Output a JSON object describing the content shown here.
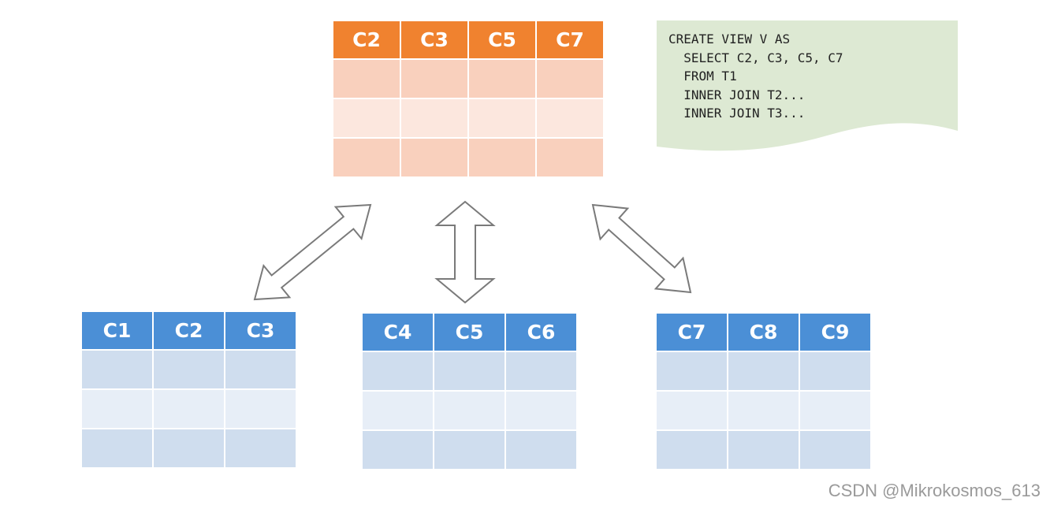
{
  "view_table": {
    "columns": [
      "C2",
      "C3",
      "C5",
      "C7"
    ],
    "row_count": 3
  },
  "base_tables": [
    {
      "columns": [
        "C1",
        "C2",
        "C3"
      ],
      "row_count": 3
    },
    {
      "columns": [
        "C4",
        "C5",
        "C6"
      ],
      "row_count": 3
    },
    {
      "columns": [
        "C7",
        "C8",
        "C9"
      ],
      "row_count": 3
    }
  ],
  "sql": {
    "lines": [
      "CREATE VIEW V AS",
      "  SELECT C2, C3, C5, C7",
      "  FROM T1",
      "  INNER JOIN T2...",
      "  INNER JOIN T3..."
    ]
  },
  "colors": {
    "view_header": "#f0822f",
    "base_header": "#4b8fd6",
    "note_fill": "#dde9d3"
  },
  "watermark": "CSDN @Mikrokosmos_613"
}
